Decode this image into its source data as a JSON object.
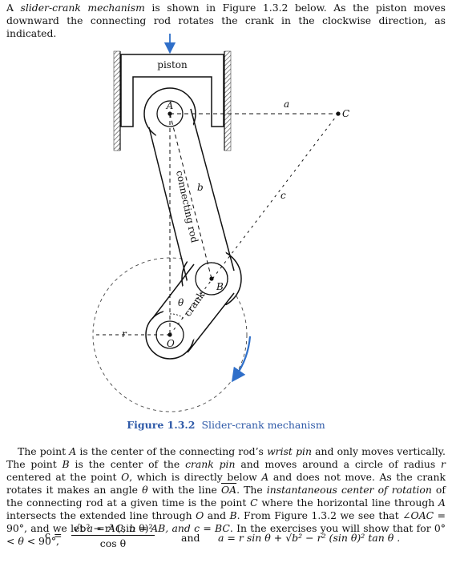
{
  "intro": {
    "p1": "A ",
    "term": "slider-crank mechanism",
    "p2": " is shown in Figure 1.3.2 below. As the piston moves downward the connecting rod rotates the crank in the clockwise direction, as indicated."
  },
  "figure": {
    "label_piston": "piston",
    "label_A": "A",
    "label_B": "B",
    "label_C": "C",
    "label_O": "O",
    "label_a": "a",
    "label_b": "b",
    "label_c": "c",
    "label_r": "r",
    "label_theta": "θ",
    "label_connecting_rod": "connecting rod",
    "label_crank": "crank",
    "accent_color": "#2f6fc9",
    "caption_number": "Figure 1.3.2",
    "caption_text": "Slider-crank mechanism"
  },
  "body": {
    "s1": "The point ",
    "A": "A",
    "s2": " is the center of the connecting rod’s ",
    "wrist": "wrist pin",
    "s3": " and only moves vertically. The point ",
    "B": "B",
    "s4": " is the center of the ",
    "crankpin": "crank pin",
    "s5": " and moves around a circle of radius ",
    "r": "r",
    "s6": " centered at the point ",
    "O": "O",
    "s7": ", which is directly below ",
    "A2": "A",
    "s8": " and does not move. As the crank rotates it makes an angle ",
    "theta": "θ",
    "s9": " with the line ",
    "OA": "OA",
    "s10": ". The ",
    "icr": "instantaneous center of rotation",
    "s11": " of the connecting rod at a given time is the point ",
    "C": "C",
    "s12": " where the horizontal line through ",
    "A3": "A",
    "s13": " intersects the extended line through ",
    "O2": "O",
    "s14": " and ",
    "B2": "B",
    "s15": ". From Figure 1.3.2 we see that ∠",
    "OAC": "OAC",
    "s16": " = 90°, and we let ",
    "eqs": "a = AC, b = AB, and c = BC",
    "s17": ". In the exercises you will show that for 0° < ",
    "theta2": "θ",
    "s18": " < 90°,"
  },
  "formulas": {
    "c_lhs": "c =",
    "c_num": "√b² − r² (sin θ)²",
    "c_den": "cos θ",
    "and": "and",
    "a_eq": "a = r sin θ + √b² − r² (sin θ)² tan θ ."
  }
}
